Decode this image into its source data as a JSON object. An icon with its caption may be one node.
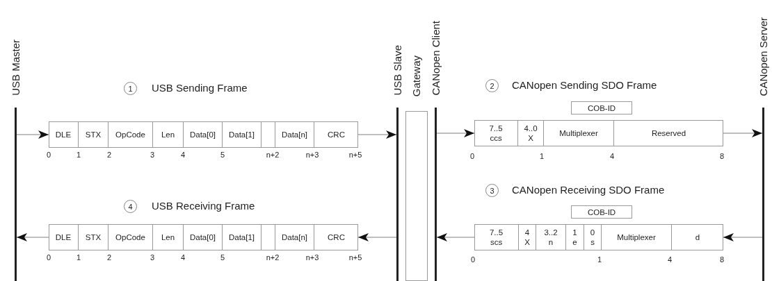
{
  "diagram": {
    "nodes": [
      {
        "text": [
          "USB Master"
        ]
      },
      {
        "text": [
          "USB Slave"
        ]
      },
      {
        "text": [
          "Gateway"
        ]
      },
      {
        "text": [
          "CANopen Client"
        ]
      },
      {
        "text": [
          "CANopen Server"
        ]
      },
      {
        "text": [
          "1"
        ]
      },
      {
        "text": [],
        "shape": "box"
      },
      {
        "text": [
          "DLE"
        ],
        "in": 6
      },
      {
        "text": [
          "STX"
        ],
        "in": 6
      },
      {
        "text": [
          "OpCode"
        ],
        "in": 6
      },
      {
        "text": [
          "Len"
        ],
        "in": 6
      },
      {
        "text": [
          "Data[0]"
        ],
        "in": 6
      },
      {
        "text": [
          "Data[1]"
        ],
        "in": 6
      },
      {
        "text": [],
        "shape": "box",
        "in": 6
      },
      {
        "text": [
          "Data[n]"
        ],
        "in": 6
      },
      {
        "text": [
          "CRC"
        ],
        "in": 6
      },
      {
        "text": [
          "2"
        ]
      },
      {
        "text": [
          "COB-ID"
        ]
      },
      {
        "text": [],
        "shape": "box"
      },
      {
        "text": [
          "7..5",
          "ccs"
        ],
        "in": 18
      },
      {
        "text": [
          "4..0",
          "X"
        ],
        "in": 18
      },
      {
        "text": [
          "Multiplexer"
        ],
        "in": 18
      },
      {
        "text": [
          "Reserved"
        ],
        "in": 18
      },
      {
        "text": [
          "4"
        ]
      },
      {
        "text": [],
        "shape": "box"
      },
      {
        "text": [
          "DLE"
        ],
        "in": 24
      },
      {
        "text": [
          "STX"
        ],
        "in": 24
      },
      {
        "text": [
          "OpCode"
        ],
        "in": 24
      },
      {
        "text": [
          "Len"
        ],
        "in": 24
      },
      {
        "text": [
          "Data[0]"
        ],
        "in": 24
      },
      {
        "text": [
          "Data[1]"
        ],
        "in": 24
      },
      {
        "text": [],
        "shape": "box",
        "in": 24
      },
      {
        "text": [
          "Data[n]"
        ],
        "in": 24
      },
      {
        "text": [
          "CRC"
        ],
        "in": 24
      },
      {
        "text": [
          "3"
        ]
      },
      {
        "text": [
          "COB-ID"
        ]
      },
      {
        "text": [],
        "shape": "box"
      },
      {
        "text": [
          "7..5",
          "scs"
        ],
        "in": 36
      },
      {
        "text": [
          "4",
          "X"
        ],
        "in": 36
      },
      {
        "text": [
          "3..2",
          "n"
        ],
        "in": 36
      },
      {
        "text": [
          "1",
          "e"
        ],
        "in": 36
      },
      {
        "text": [
          "0",
          "s"
        ],
        "in": 36
      },
      {
        "text": [
          "Multiplexer"
        ],
        "in": 36
      },
      {
        "text": [
          "d"
        ],
        "in": 36
      }
    ],
    "edges": [
      {
        "from": 0,
        "to": 6,
        "arrow": "to"
      },
      {
        "from": 6,
        "to": 1,
        "arrow": "to"
      },
      {
        "from": 3,
        "to": 18,
        "arrow": "to"
      },
      {
        "from": 18,
        "to": 4,
        "arrow": "to"
      },
      {
        "from": 1,
        "to": 24,
        "arrow": "to"
      },
      {
        "from": 24,
        "to": 0,
        "arrow": "to"
      },
      {
        "from": 4,
        "to": 36,
        "arrow": "to"
      },
      {
        "from": 36,
        "to": 3,
        "arrow": "to"
      }
    ],
    "labels": [
      "USB Sending Frame",
      "CANopen Sending SDO Frame",
      "0",
      "1",
      "2",
      "3",
      "4",
      "5",
      "n+2",
      "n+3",
      "n+5",
      "0",
      "1",
      "4",
      "8",
      "USB Receiving Frame",
      "CANopen Receiving SDO Frame",
      "0",
      "1",
      "2",
      "3",
      "4",
      "5",
      "n+2",
      "n+3",
      "n+5",
      "0",
      "1",
      "4",
      "8"
    ]
  }
}
